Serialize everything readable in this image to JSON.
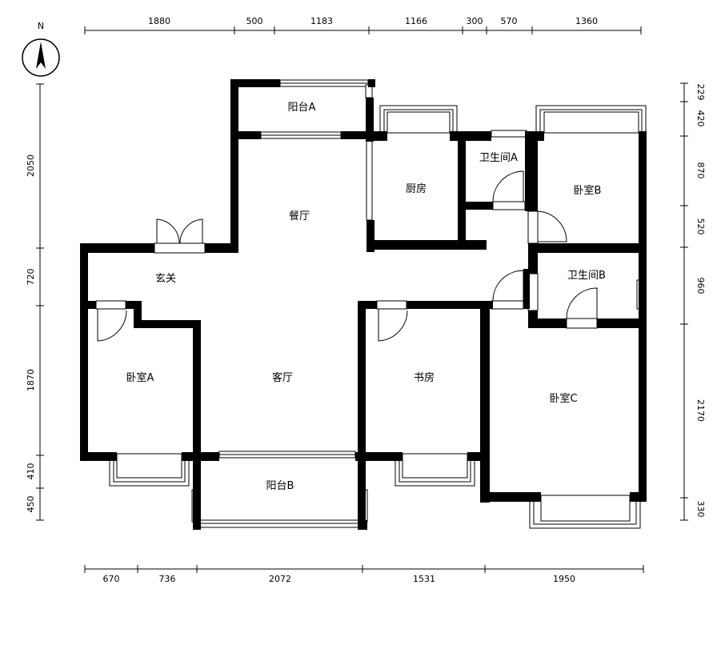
{
  "compass": {
    "label": "N"
  },
  "dimensions": {
    "top": [
      "1880",
      "500",
      "1183",
      "1166",
      "300",
      "570",
      "1360"
    ],
    "bottom": [
      "670",
      "736",
      "2072",
      "1531",
      "1950"
    ],
    "left": [
      "2050",
      "720",
      "1870",
      "410",
      "450"
    ],
    "right": [
      "229",
      "420",
      "870",
      "520",
      "960",
      "2170",
      "330"
    ]
  },
  "rooms": {
    "balcony_a": "阳台A",
    "dining": "餐厅",
    "kitchen": "厨房",
    "bath_a": "卫生间A",
    "bedroom_b": "卧室B",
    "entry": "玄关",
    "bath_b": "卫生间B",
    "bedroom_a": "卧室A",
    "living": "客厅",
    "study": "书房",
    "bedroom_c": "卧室C",
    "balcony_b": "阳台B"
  }
}
